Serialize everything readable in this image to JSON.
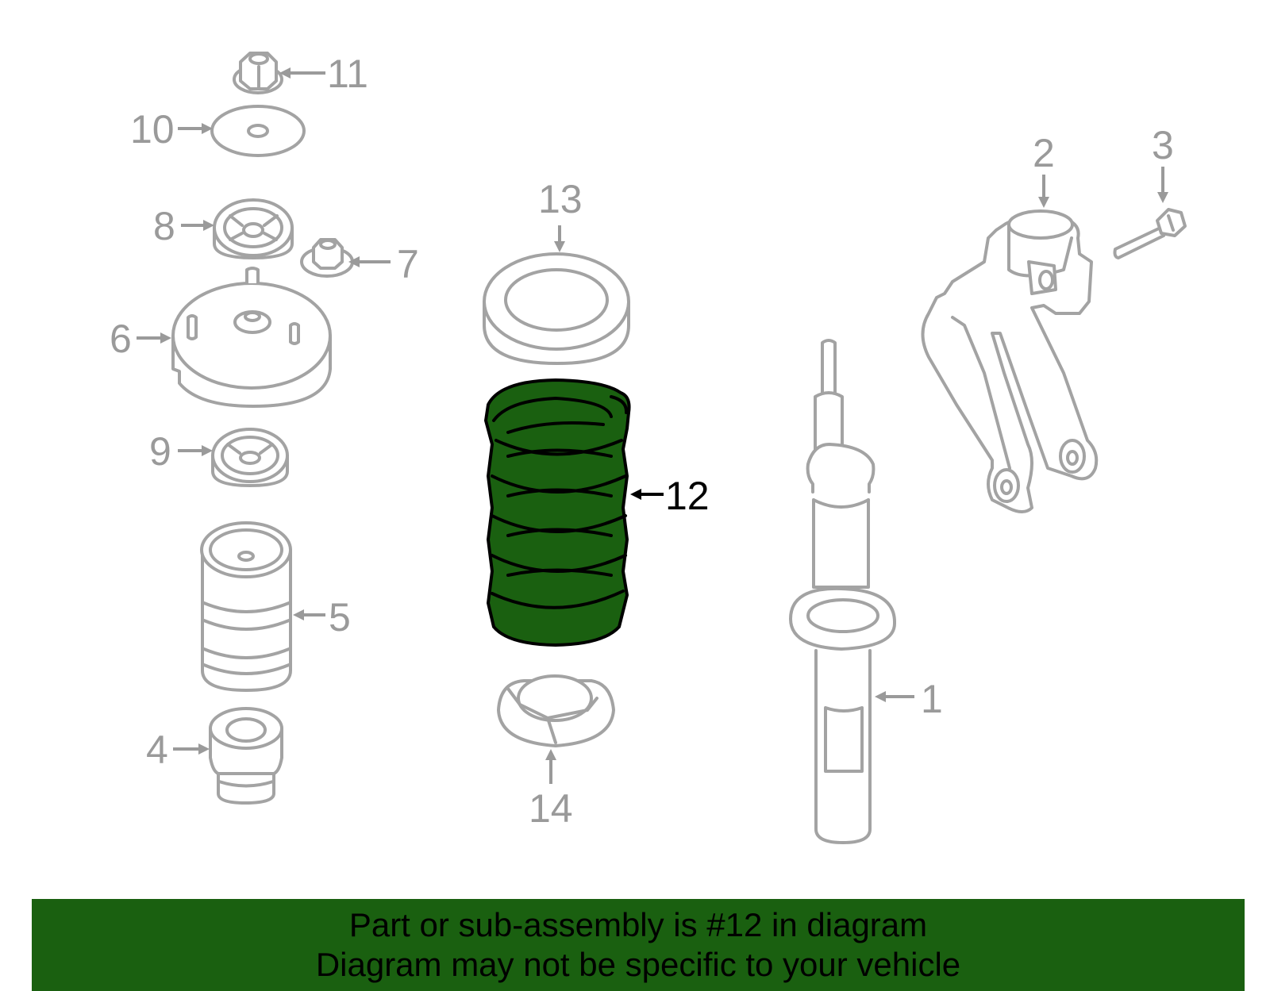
{
  "diagram": {
    "highlight_color": "#1a6010",
    "line_color": "#a3a3a3",
    "callouts": {
      "c1": "1",
      "c2": "2",
      "c3": "3",
      "c4": "4",
      "c5": "5",
      "c6": "6",
      "c7": "7",
      "c8": "8",
      "c9": "9",
      "c10": "10",
      "c11": "11",
      "c12": "12",
      "c13": "13",
      "c14": "14"
    }
  },
  "banner": {
    "line1": "Part or sub-assembly is #12 in diagram",
    "line2": "Diagram may not be specific to your vehicle"
  }
}
